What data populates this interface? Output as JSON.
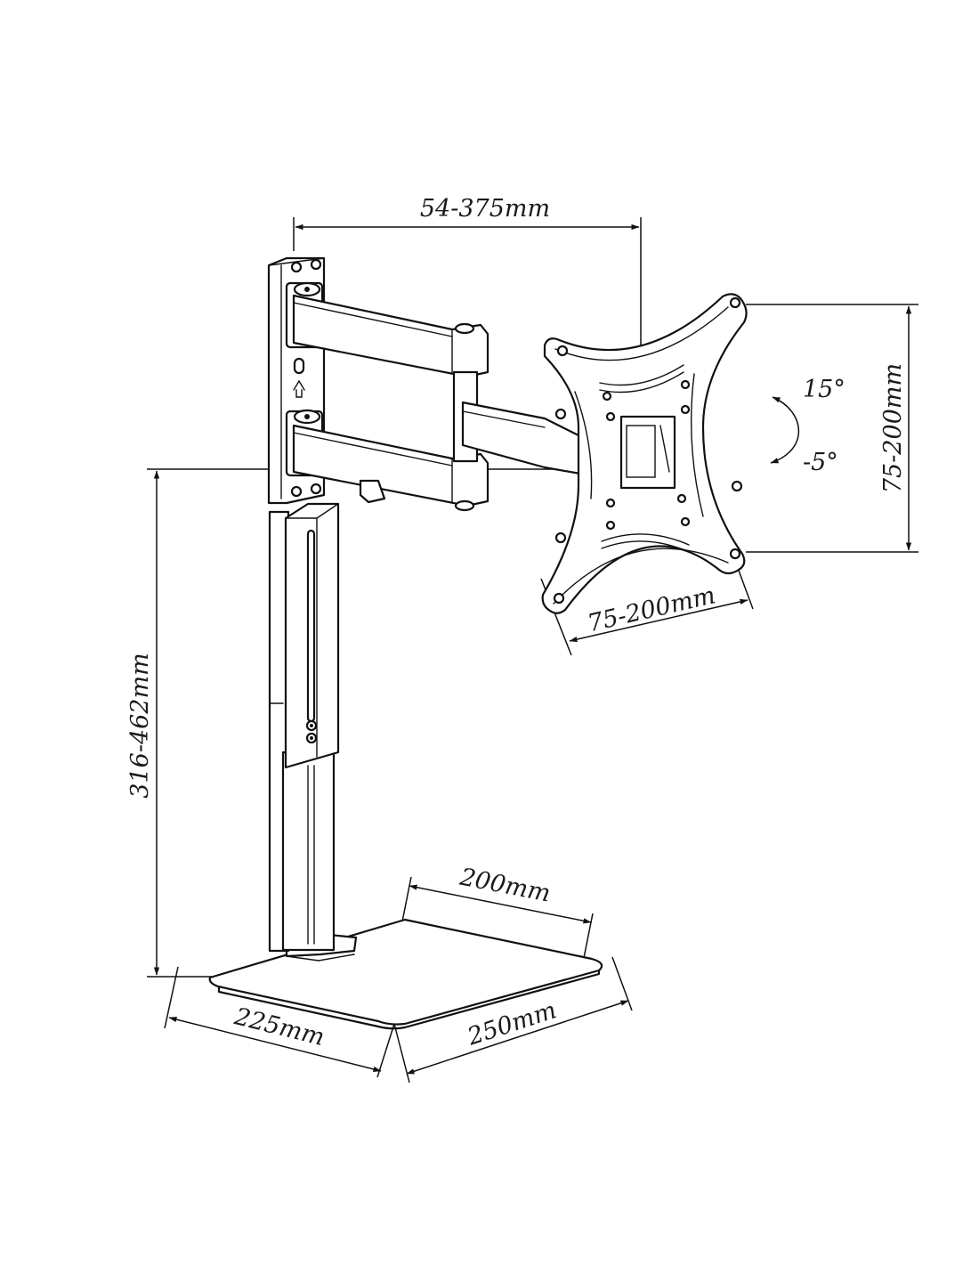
{
  "diagram": {
    "dimensions": {
      "arm_extension": "54-375mm",
      "vesa_vertical": "75-200mm",
      "vesa_horizontal": "75-200mm",
      "tilt_up": "15°",
      "tilt_down": "-5°",
      "height_range": "316-462mm",
      "shelf_depth": "200mm",
      "base_width": "225mm",
      "base_depth": "250mm"
    }
  }
}
